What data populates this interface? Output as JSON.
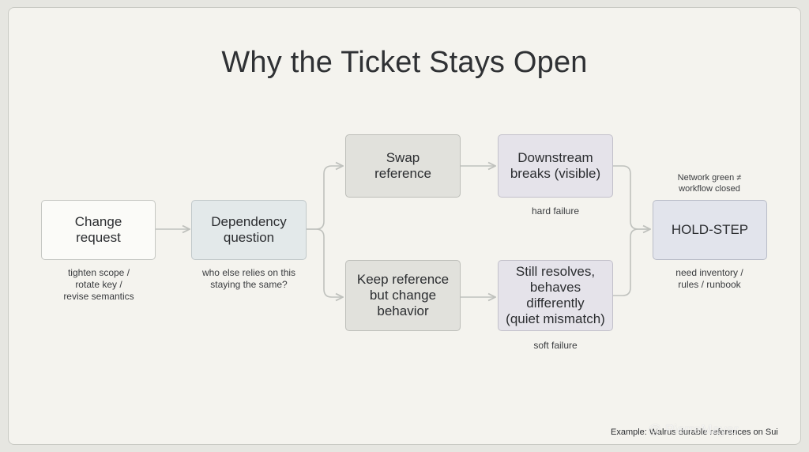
{
  "title": "Why the Ticket Stays Open",
  "nodes": {
    "change_request": {
      "label": "Change\nrequest",
      "caption": "tighten scope /\nrotate key /\nrevise semantics"
    },
    "dependency_question": {
      "label": "Dependency\nquestion",
      "caption": "who else relies on this\nstaying the same?"
    },
    "swap_reference": {
      "label": "Swap\nreference"
    },
    "keep_reference": {
      "label": "Keep reference\nbut change\nbehavior"
    },
    "downstream_breaks": {
      "label": "Downstream\nbreaks (visible)",
      "caption": "hard failure"
    },
    "still_resolves": {
      "label": "Still resolves,\nbehaves\ndifferently\n(quiet mismatch)",
      "caption": "soft failure"
    },
    "hold_step": {
      "label": "HOLD-STEP",
      "note_above": "Network green ≠\nworkflow closed",
      "caption": "need inventory /\nrules / runbook"
    }
  },
  "footnote": "Example: Walrus durable references on Sui",
  "watermark": "@ PierreMayar",
  "colors": {
    "background": "#f4f3ee",
    "arrow": "#bfc1bd",
    "node_blue": "#e3e9ea",
    "node_grey": "#e1e1dc",
    "node_lavender": "#e5e3ea",
    "node_hold": "#e2e4ec"
  }
}
